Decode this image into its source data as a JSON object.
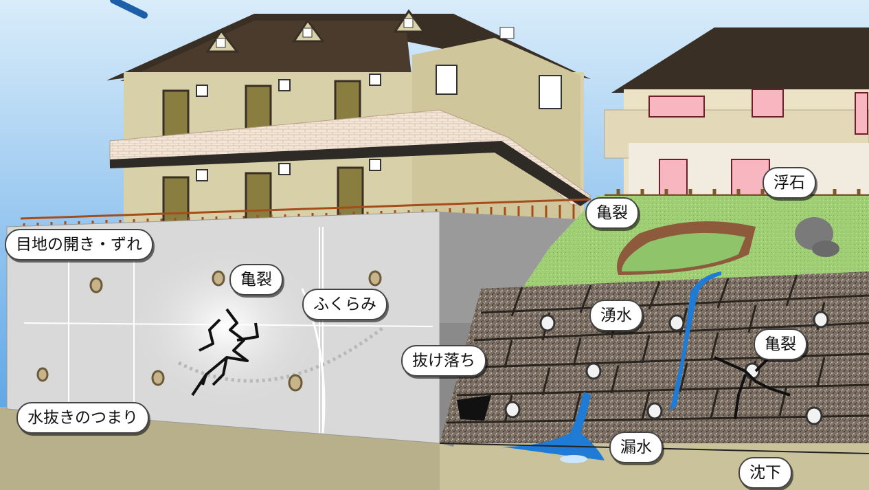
{
  "labels": {
    "joint": "目地の開き・ずれ",
    "crack_wall": "亀裂",
    "bulge": "ふくらみ",
    "drain_clog": "水抜きのつまり",
    "crack_top": "亀裂",
    "floating_stone": "浮石",
    "spring_water": "湧水",
    "falling_out": "抜け落ち",
    "crack_stone": "亀裂",
    "leak": "漏水",
    "subsidence": "沈下"
  },
  "colors": {
    "sky": "#8ec6f0",
    "roof": "#3a2f25",
    "house_wall": "#d8d0a8",
    "concrete_wall": "#d9d9d9",
    "grass": "#8fc46a",
    "stone": "#7a6e63",
    "water": "#1e7bd6",
    "ground": "#c9c29a"
  },
  "icons": [
    "roof-window-icon",
    "door-icon",
    "drain-hole-icon",
    "crack-icon",
    "water-stream-icon",
    "rock-icon"
  ]
}
